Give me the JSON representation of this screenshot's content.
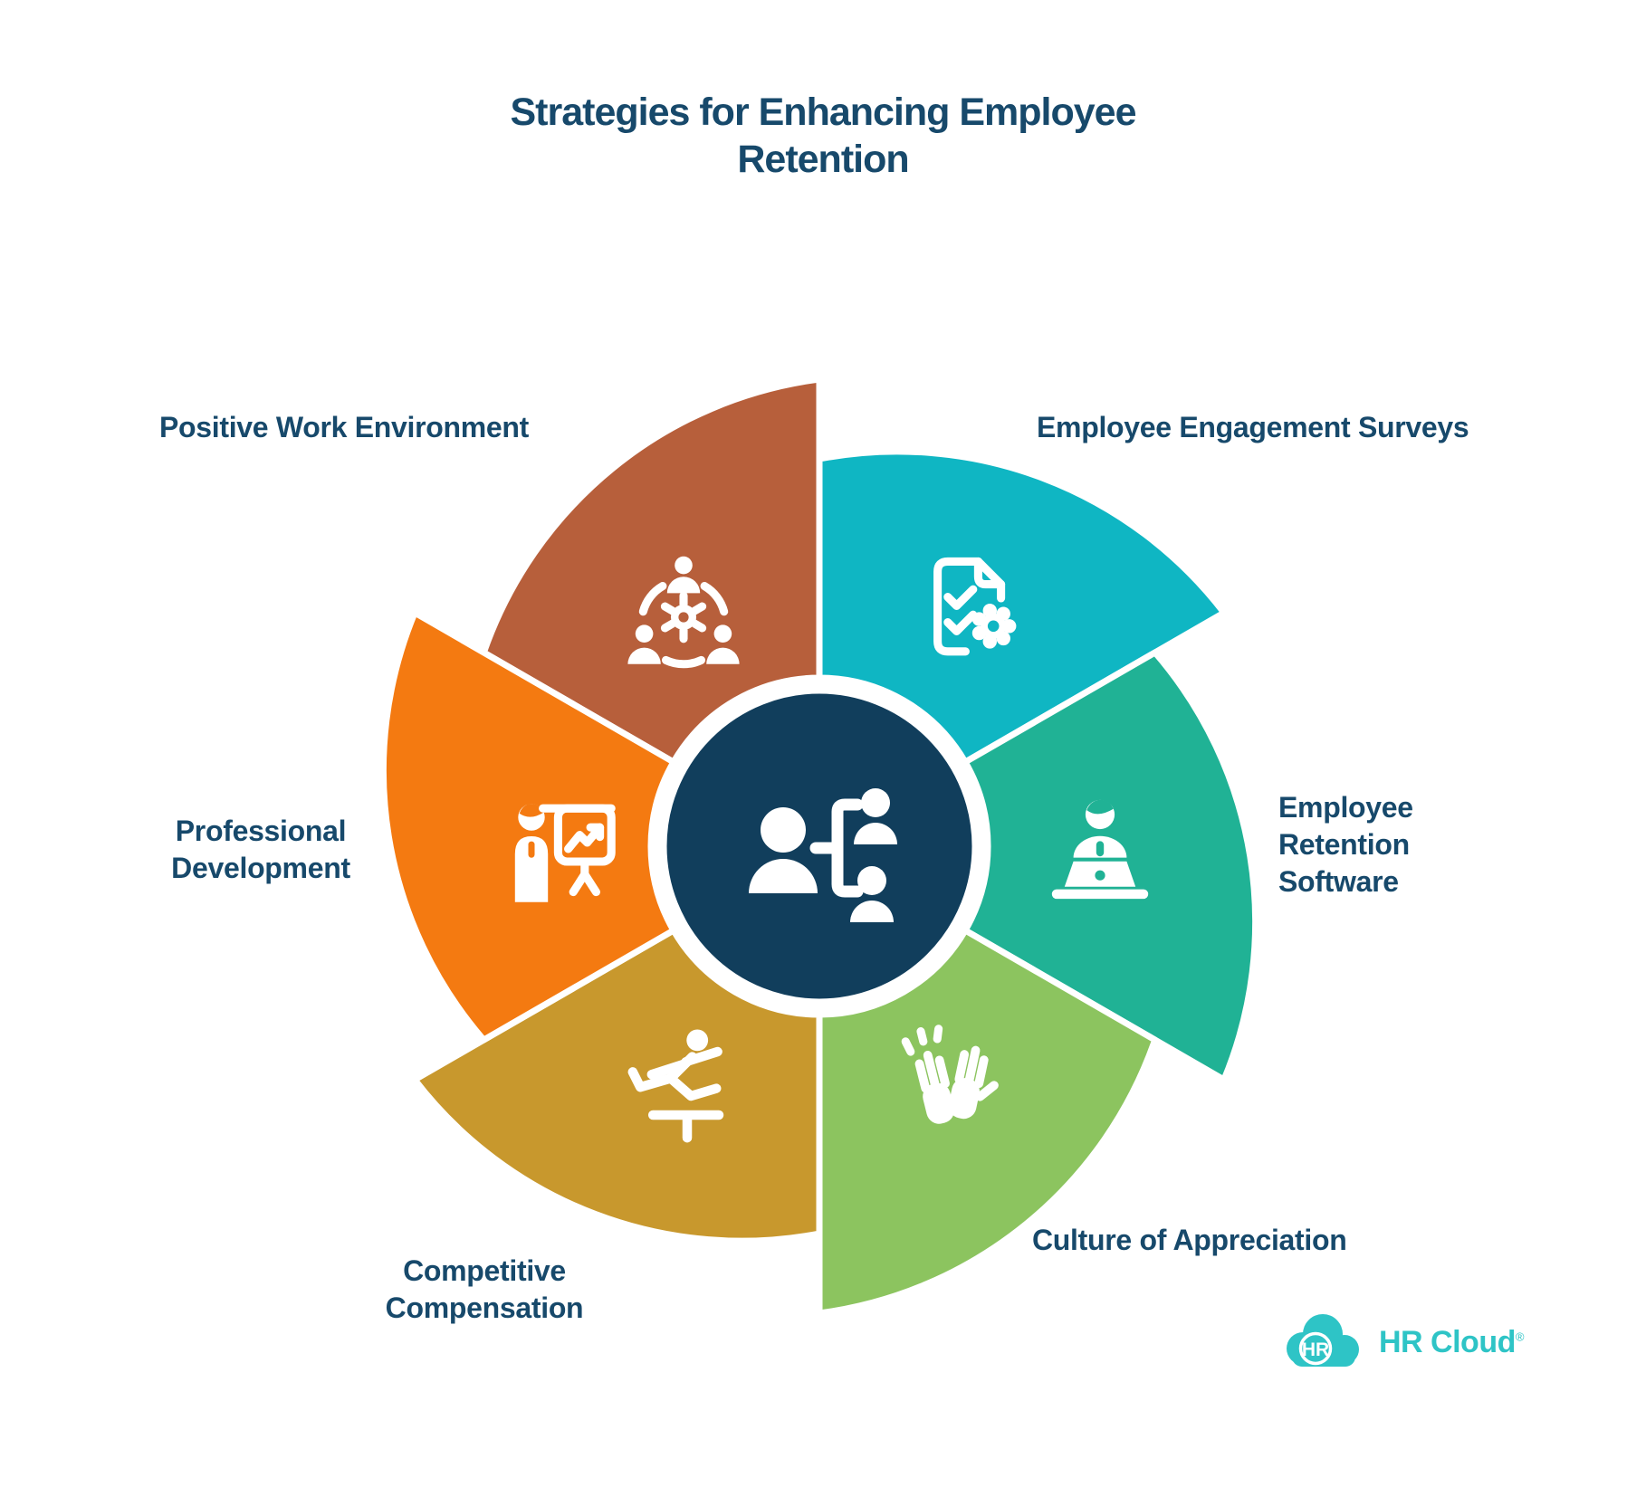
{
  "title": {
    "text": "Strategies for Enhancing Employee\nRetention"
  },
  "text_color": "#17496b",
  "wheel": {
    "hub_color": "#113e5c",
    "center_icon": "org-structure-icon",
    "segments": [
      {
        "id": "positive-work-environment",
        "label": "Positive Work Environment",
        "color": "#b75f3b",
        "tip_angle": 90,
        "icon": "team-gear-icon"
      },
      {
        "id": "employee-engagement-surveys",
        "label": "Employee Engagement Surveys",
        "color": "#0fb6c3",
        "tip_angle": 30,
        "icon": "survey-doc-icon"
      },
      {
        "id": "employee-retention-software",
        "label": "Employee\nRetention\nSoftware",
        "color": "#20b295",
        "tip_angle": 330,
        "icon": "laptop-person-icon"
      },
      {
        "id": "culture-of-appreciation",
        "label": "Culture of Appreciation",
        "color": "#8cc45f",
        "tip_angle": 270,
        "icon": "clapping-hands-icon"
      },
      {
        "id": "competitive-compensation",
        "label": "Competitive\nCompensation",
        "color": "#c8982d",
        "tip_angle": 210,
        "icon": "hurdler-icon"
      },
      {
        "id": "professional-development",
        "label": "Professional\nDevelopment",
        "color": "#f47a11",
        "tip_angle": 150,
        "icon": "presenter-icon"
      }
    ]
  },
  "logo": {
    "badge": "HR",
    "name": "HR Cloud",
    "reg": "®",
    "color": "#2ec4c6"
  }
}
